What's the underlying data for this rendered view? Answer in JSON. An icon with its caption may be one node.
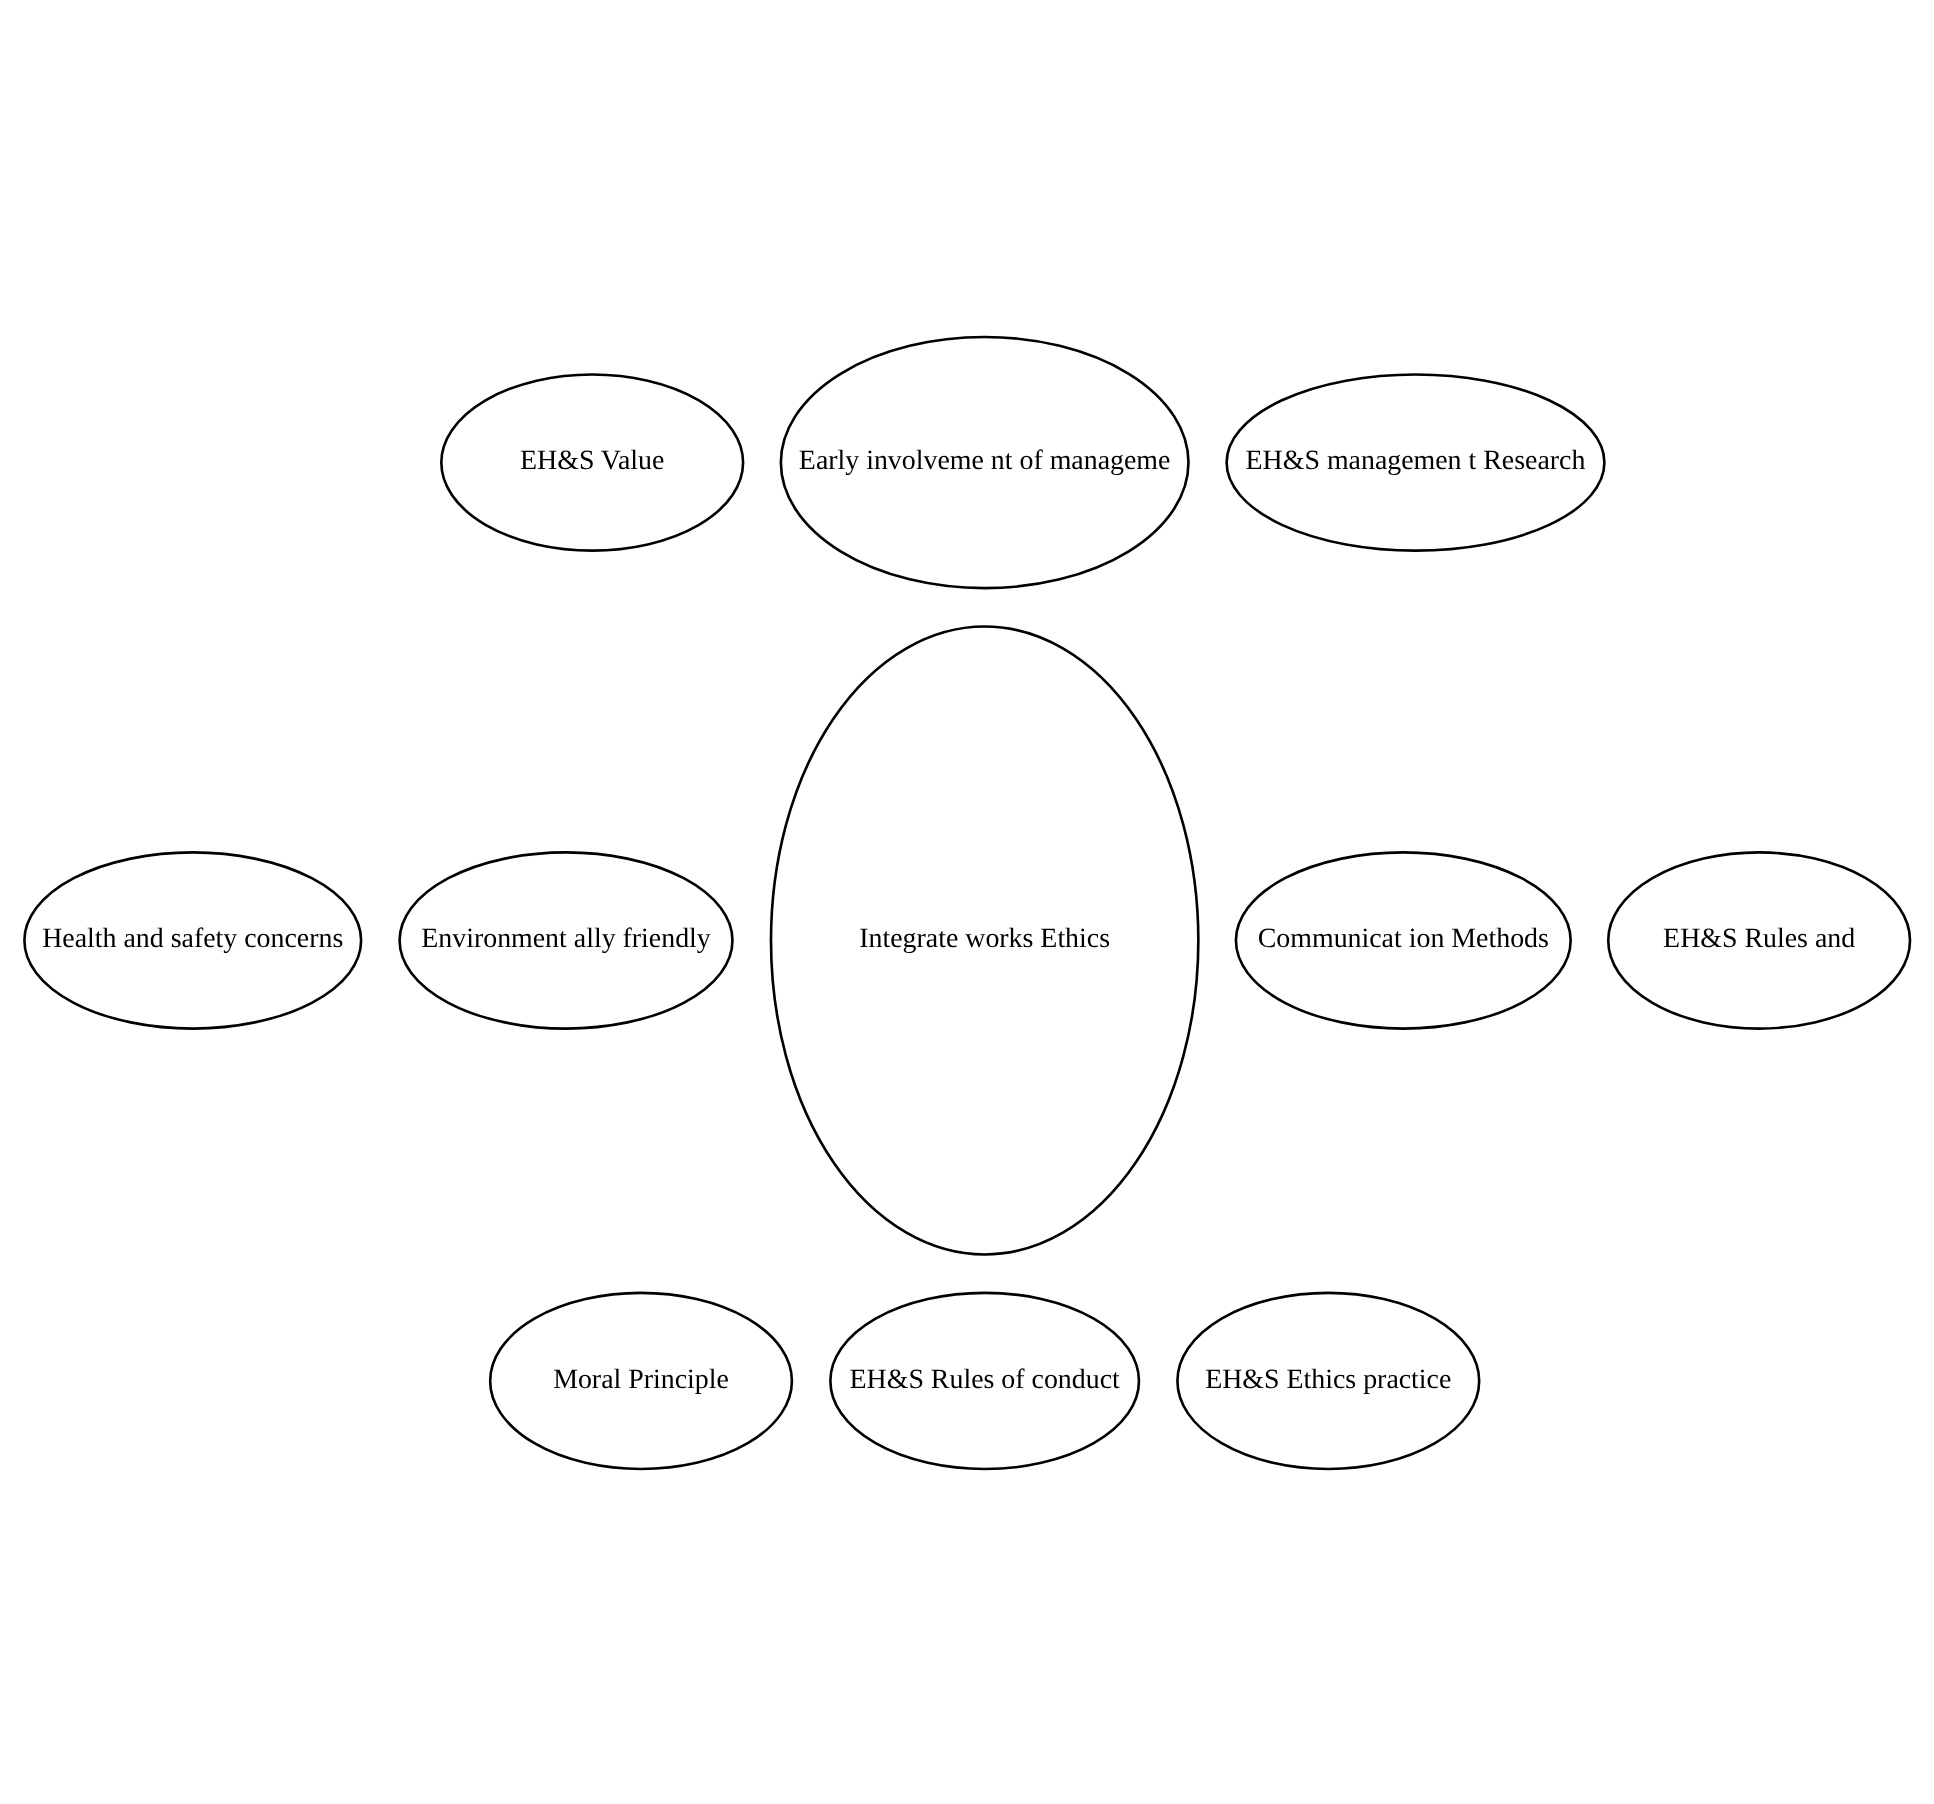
{
  "diagram": {
    "nodes": [
      {
        "text": [
          "Early involveme nt of manageme"
        ]
      },
      {
        "text": [
          "EH&S Value"
        ]
      },
      {
        "text": [
          "EH&S managemen t Research"
        ]
      },
      {
        "text": [
          "Health and safety concerns"
        ]
      },
      {
        "text": [
          "EH&S Rules and"
        ]
      },
      {
        "text": [
          "Integrate works Ethics"
        ]
      },
      {
        "text": [
          "Communicat ion Methods"
        ]
      },
      {
        "text": [
          "Environment ally friendly"
        ]
      },
      {
        "text": [
          "EH&S Ethics practice"
        ]
      },
      {
        "text": [
          "Moral Principle"
        ]
      },
      {
        "text": [
          "EH&S Rules of conduct"
        ]
      }
    ],
    "edges": []
  }
}
